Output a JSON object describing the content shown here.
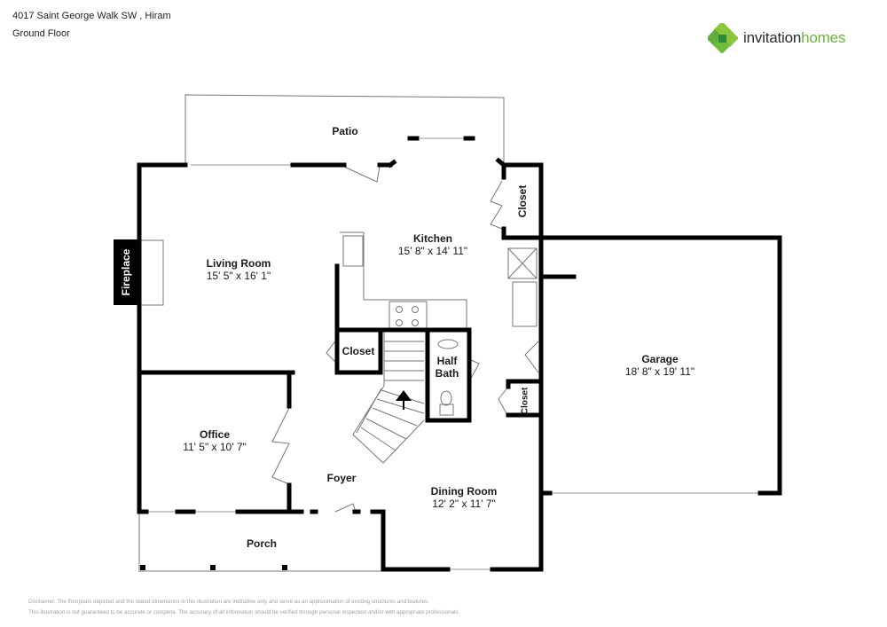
{
  "header": {
    "address": "4017 Saint George Walk SW , Hiram",
    "floor": "Ground Floor"
  },
  "logo": {
    "word1": "invitation",
    "word2": "homes",
    "colors": {
      "dark_text": "#2b2b2b",
      "green_text": "#6cb33f",
      "mark_light": "#8cc63f",
      "mark_mid": "#5fae3e",
      "mark_dark": "#2f8a3c"
    }
  },
  "rooms": {
    "patio": {
      "name": "Patio"
    },
    "kitchen": {
      "name": "Kitchen",
      "dims": "15' 8\" x 14' 11\""
    },
    "living_room": {
      "name": "Living Room",
      "dims": "15' 5\" x 16' 1\""
    },
    "fireplace": {
      "name": "Fireplace"
    },
    "closet_top": {
      "name": "Closet"
    },
    "closet_stair": {
      "name": "Closet"
    },
    "closet_garage": {
      "name": "Closet"
    },
    "half_bath": {
      "name": "Half Bath",
      "line1": "Half",
      "line2": "Bath"
    },
    "garage": {
      "name": "Garage",
      "dims": "18' 8\" x 19' 11\""
    },
    "office": {
      "name": "Office",
      "dims": "11' 5\" x 10' 7\""
    },
    "foyer": {
      "name": "Foyer"
    },
    "dining_room": {
      "name": "Dining Room",
      "dims": "12' 2\" x 11' 7\""
    },
    "porch": {
      "name": "Porch"
    }
  },
  "disclaimer": {
    "line1": "Disclaimer: The floorplans depicted and the stated dimensions in this illustration are indicative only and serve as an approximation of existing structures and features.",
    "line2": "This illustration is not guaranteed to be accurate or complete. The accuracy of all information should be verified through personal inspection and/or with appropriate professionals."
  }
}
